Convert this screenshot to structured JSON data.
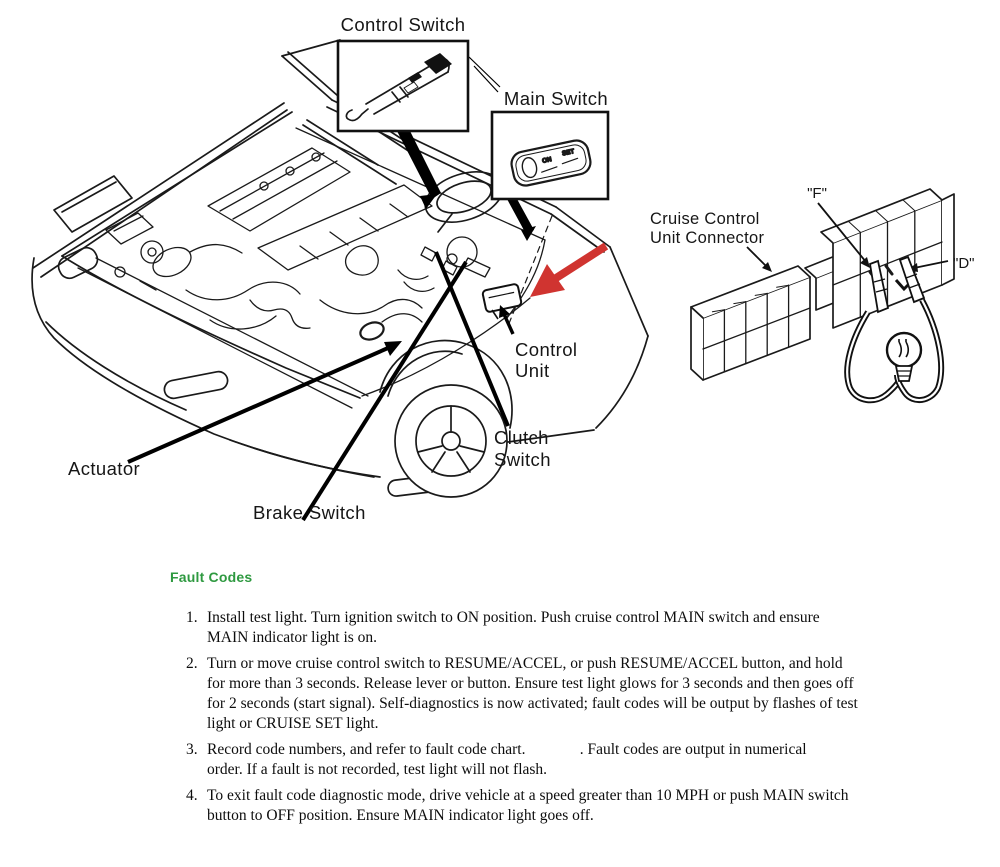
{
  "colors": {
    "annotation_red": "#d03430",
    "heading_green": "#2e9940",
    "line_ink": "#1a1a1a"
  },
  "diagram": {
    "inset_labels": {
      "control_switch": "Control Switch",
      "main_switch": "Main Switch"
    },
    "switch_marks": {
      "on": "ON",
      "set": "SET"
    },
    "part_labels": {
      "control_unit_line1": "Control",
      "control_unit_line2": "Unit",
      "clutch_switch_line1": "Clutch",
      "clutch_switch_line2": "Switch",
      "brake_switch": "Brake Switch",
      "actuator": "Actuator"
    },
    "connector": {
      "label_line1": "Cruise Control",
      "label_line2": "Unit Connector",
      "pin_f": "\"F\"",
      "pin_d": "\"D\""
    }
  },
  "fault_codes": {
    "heading": "Fault Codes",
    "items": [
      {
        "num": "1.",
        "lines": [
          "Install test light. Turn ignition switch to ON position. Push cruise control MAIN switch and ensure",
          "MAIN indicator light is on."
        ]
      },
      {
        "num": "2.",
        "lines": [
          "Turn or move cruise control switch to RESUME/ACCEL, or push RESUME/ACCEL button, and hold",
          "for more than 3 seconds. Release lever or button. Ensure test light glows for 3 seconds and then goes off",
          "for 2 seconds (start signal). Self-diagnostics is now activated; fault codes will be output by flashes of test",
          "light or CRUISE SET light."
        ]
      },
      {
        "num": "3.",
        "lines": [
          "Record code numbers, and refer to fault code chart.              . Fault codes are output in numerical",
          "order. If a fault is not recorded, test light will not flash."
        ]
      },
      {
        "num": "4.",
        "lines": [
          "To exit fault code diagnostic mode, drive vehicle at a speed greater than 10 MPH or push MAIN switch",
          "button to OFF position. Ensure MAIN indicator light goes off."
        ]
      }
    ]
  }
}
